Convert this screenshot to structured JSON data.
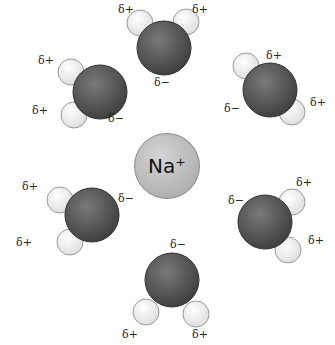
{
  "diagram": {
    "nodes": [
      {
        "text": [
          "Na⁺"
        ]
      }
    ],
    "labels": [
      "δ+",
      "δ+",
      "δ−",
      "δ+",
      "δ+",
      "δ−",
      "δ−",
      "δ+",
      "δ+",
      "δ+",
      "δ+",
      "δ−",
      "δ−",
      "δ+",
      "δ+",
      "δ+",
      "δ+",
      "δ−"
    ]
  }
}
